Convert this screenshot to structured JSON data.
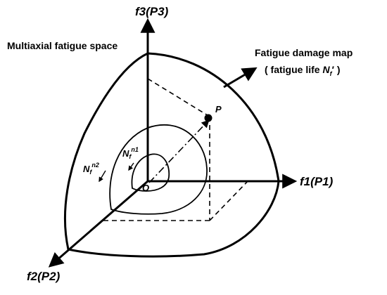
{
  "diagram": {
    "axes": {
      "f3": "f3(P3)",
      "f1": "f1(P1)",
      "f2": "f2(P2)"
    },
    "space_label": "Multiaxial fatigue space",
    "map_label": {
      "line1": "Fatigue damage map",
      "line2_prefix": "( fatigue life ",
      "line2_symbol": "N",
      "line2_sub": "f",
      "line2_suffix": "′ )"
    },
    "iso_n2": {
      "base": "N",
      "sub": "f",
      "sup": "n2"
    },
    "iso_n1": {
      "base": "N",
      "sub": "f",
      "sup": "n1"
    },
    "origin": "O",
    "point": "P",
    "colors": {
      "ink": "#000000",
      "background": "#ffffff"
    }
  }
}
